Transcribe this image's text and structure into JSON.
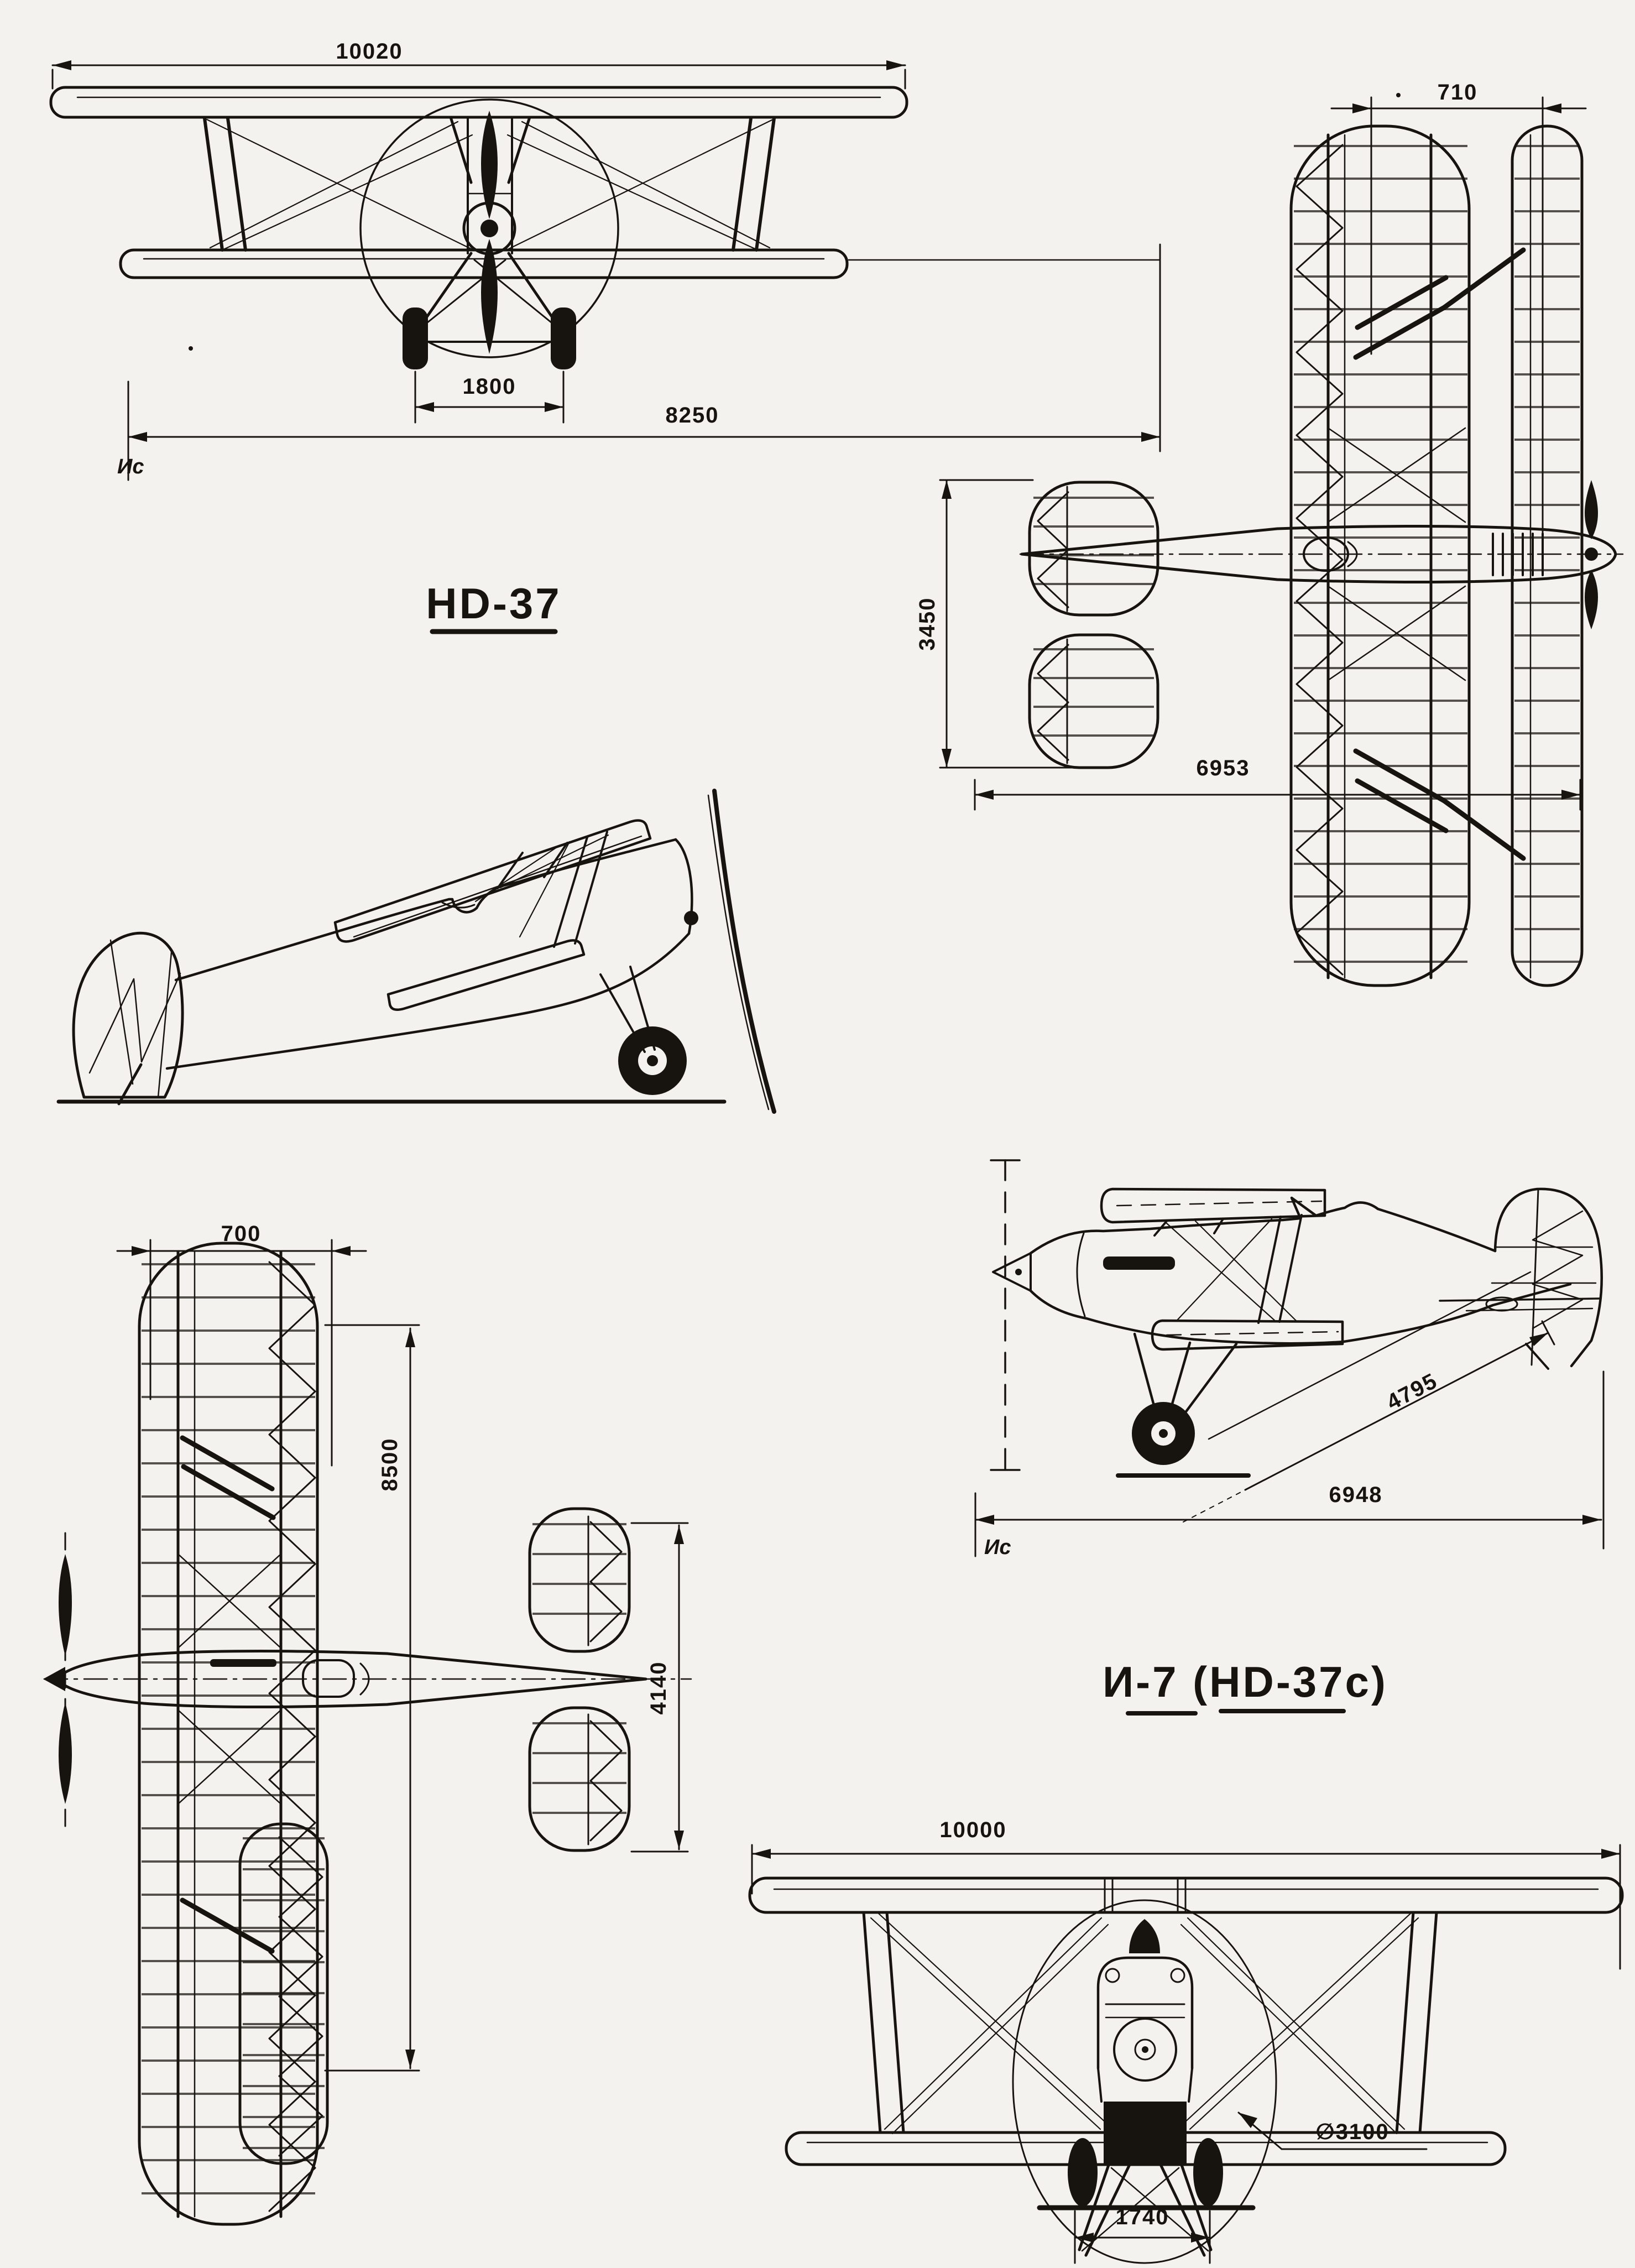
{
  "page": {
    "background": "#f3f2ee",
    "ink": "#17140f",
    "description": "Scanned three-view technical drawing of Heinkel HD-37 biplane fighter and its Soviet licensed version I-7 (HD-37c), with millimetre dimensions"
  },
  "hd37": {
    "title": "HD-37",
    "front_view": {
      "upper_span_mm": "10020",
      "wheel_track_mm": "1800",
      "lower_span_ref_mm": "8250",
      "centerline_mark": "Ис"
    },
    "top_view": {
      "wing_stagger_mm": "710",
      "tailplane_span_mm": "3450",
      "tail_arm_mm": "6953"
    }
  },
  "i7": {
    "title": "И-7 (HD-37c)",
    "top_view": {
      "wing_stagger_mm": "700",
      "wing_half_span_mm": "8500",
      "tailplane_span_mm": "4140"
    },
    "side_view": {
      "wheel_to_tail_mm": "4795",
      "fuselage_length_mm": "6948",
      "centerline_mark": "Ис"
    },
    "front_view": {
      "span_mm": "10000",
      "propeller_diameter_mm": "∅3100",
      "wheel_track_mm": "1740"
    }
  }
}
